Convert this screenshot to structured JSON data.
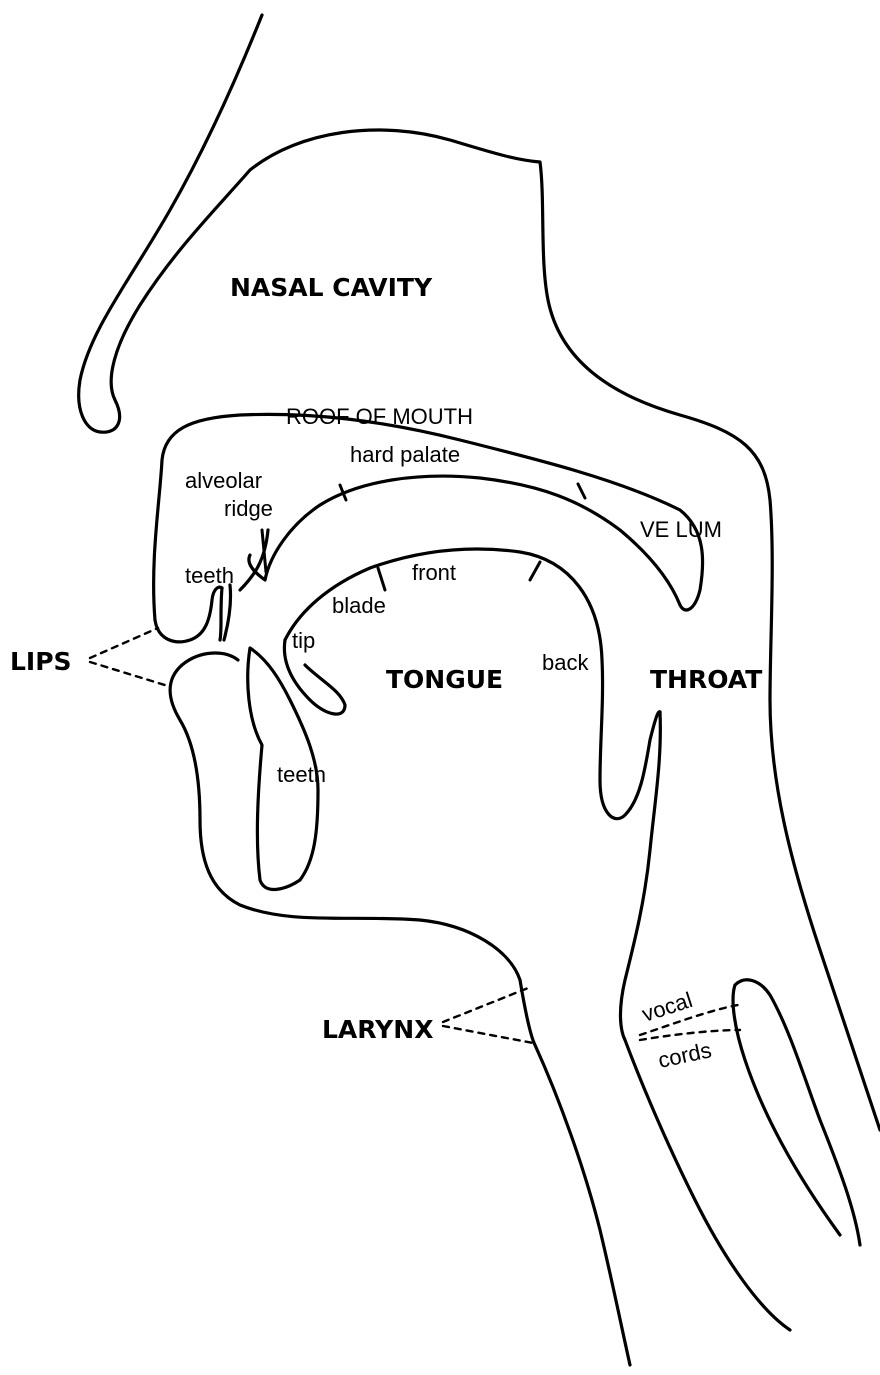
{
  "labels": {
    "nasal_cavity": "NASAL CAVITY",
    "roof_of_mouth": "ROOF OF MOUTH",
    "hard_palate": "hard palate",
    "alveolar": "alveolar",
    "ridge": "ridge",
    "velum": "VE LUM",
    "teeth_upper": "teeth",
    "front": "front",
    "blade": "blade",
    "tip": "tip",
    "lips": "LIPS",
    "tongue": "TONGUE",
    "back": "back",
    "throat": "THROAT",
    "teeth_lower": "teeth",
    "larynx": "LARYNX",
    "vocal": "vocal",
    "cords": "cords"
  }
}
